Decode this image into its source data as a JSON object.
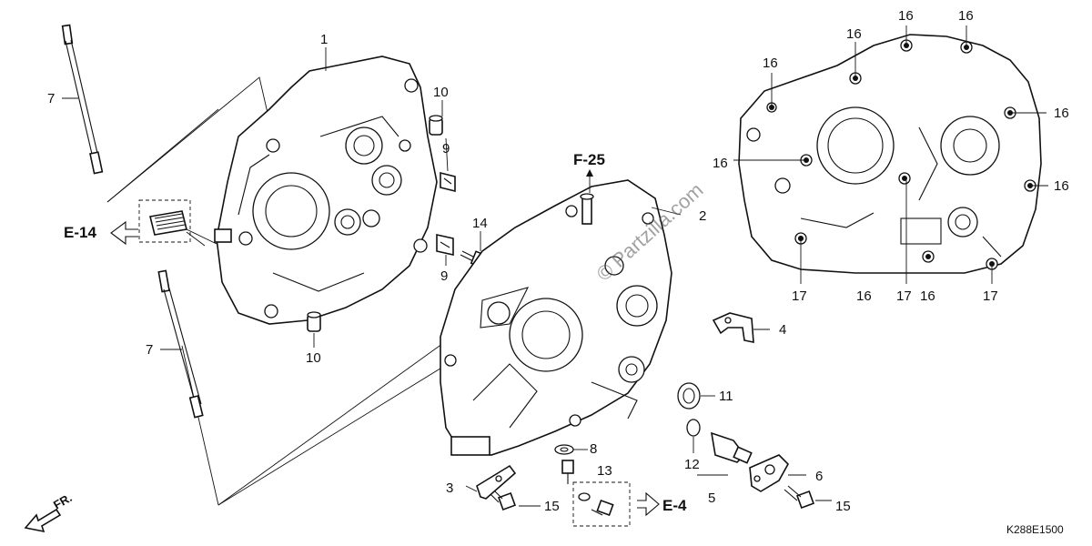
{
  "diagram": {
    "part_numbers": [
      "1",
      "2",
      "3",
      "4",
      "5",
      "6",
      "7",
      "7",
      "8",
      "9",
      "9",
      "10",
      "10",
      "11",
      "12",
      "13",
      "14",
      "15",
      "15"
    ],
    "side_view_labels": {
      "label_16": "16",
      "label_17": "17"
    },
    "section_refs": {
      "e14": "E-14",
      "f25": "F-25",
      "e4": "E-4"
    },
    "direction": "FR.",
    "watermark": "© Partzilla.com",
    "diagram_code": "K288E1500"
  }
}
